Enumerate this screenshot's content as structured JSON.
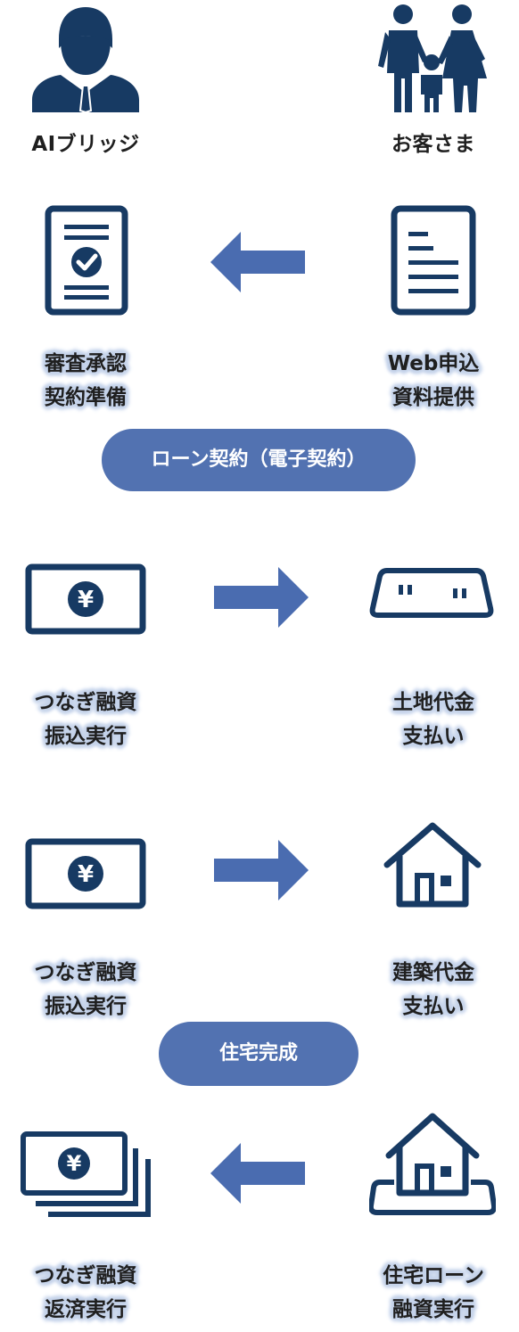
{
  "colors": {
    "navy": "#173a63",
    "arrow_blue": "#4a6cb0",
    "pill_blue": "#5272b1",
    "label_glow": "#c5d3ea"
  },
  "header": {
    "left": "AIブリッジ",
    "right": "お客さま"
  },
  "steps": [
    {
      "left_icon": "document-check-icon",
      "left_lines": [
        "審査承認",
        "契約準備"
      ],
      "arrow": "left",
      "right_icon": "document-icon",
      "right_lines": [
        "Web申込",
        "資料提供"
      ]
    },
    {
      "left_icon": "yen-bill-icon",
      "left_lines": [
        "つなぎ融資",
        "振込実行"
      ],
      "arrow": "right",
      "right_icon": "land-plot-icon",
      "right_lines": [
        "土地代金",
        "支払い"
      ]
    },
    {
      "left_icon": "yen-bill-icon",
      "left_lines": [
        "つなぎ融資",
        "振込実行"
      ],
      "arrow": "right",
      "right_icon": "house-icon",
      "right_lines": [
        "建築代金",
        "支払い"
      ]
    },
    {
      "left_icon": "yen-bills-stack-icon",
      "left_lines": [
        "つなぎ融資",
        "返済実行"
      ],
      "arrow": "left",
      "right_icon": "house-on-land-icon",
      "right_lines": [
        "住宅ローン",
        "融資実行"
      ]
    }
  ],
  "milestones": {
    "contract": "ローン契約（電子契約）",
    "completion": "住宅完成"
  },
  "yen_symbol": "¥"
}
